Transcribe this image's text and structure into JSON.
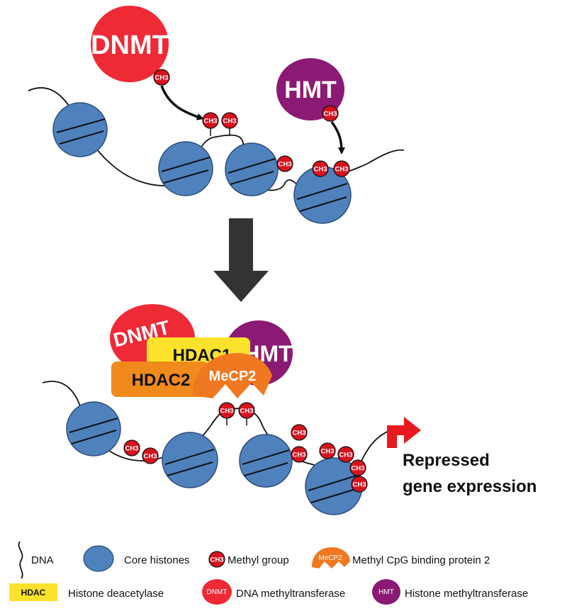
{
  "top": {
    "dnmt_label": "DNMT",
    "hmt_label": "HMT",
    "methyl_label": "CH3"
  },
  "bottom": {
    "dnmt_label": "DNMT",
    "hmt_label": "HMT",
    "hdac1_label": "HDAC1",
    "hdac2_label": "HDAC2",
    "mecp2_label": "MeCP2",
    "methyl_label": "CH3",
    "repressed_line1": "Repressed",
    "repressed_line2": "gene expression"
  },
  "legend": {
    "dna": "DNA",
    "core_histones": "Core histones",
    "methyl_icon": "CH3",
    "methyl_group": "Methyl group",
    "mecp2_icon": "MeCP2",
    "mecp2": "Methyl CpG binding protein  2",
    "hdac_icon": "HDAC",
    "hdac": "Histone deacetylase",
    "dnmt_icon": "DNMT",
    "dnmt": "DNA methyltransferase",
    "hmt_icon": "HMT",
    "hmt": "Histone methyltransferase"
  },
  "colors": {
    "histone_fill": "#4f81bd",
    "histone_stroke": "#2c4d75",
    "dnmt": "#ee2a36",
    "hmt": "#8b1a74",
    "hdac": "#fde22b",
    "hdac2": "#f08a1c",
    "mecp2": "#f07820",
    "methyl": "#d6121f",
    "arrow_red": "#e8191f",
    "big_arrow": "#333333"
  }
}
